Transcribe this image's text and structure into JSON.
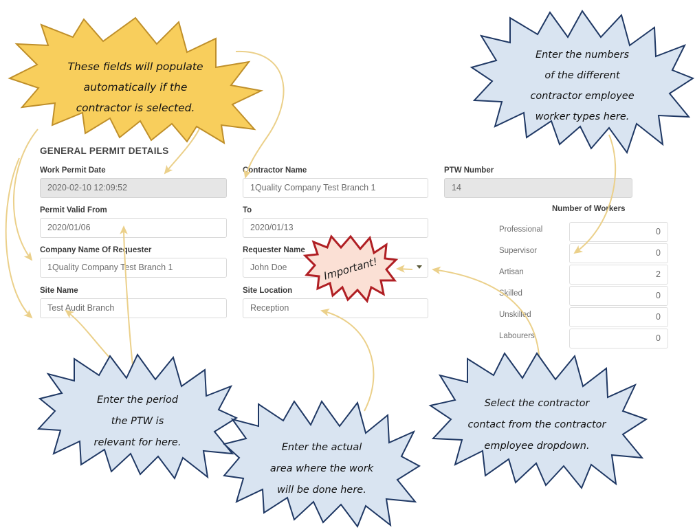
{
  "form": {
    "section_title": "GENERAL PERMIT DETAILS",
    "fields": [
      {
        "key": "work_permit_date",
        "label": "Work Permit Date",
        "value": "2020-02-10 12:09:52",
        "readonly": true
      },
      {
        "key": "contractor_name",
        "label": "Contractor Name",
        "value": "1Quality Company Test Branch 1",
        "readonly": false
      },
      {
        "key": "ptw_number",
        "label": "PTW Number",
        "value": "14",
        "readonly": true
      },
      {
        "key": "permit_valid_from",
        "label": "Permit Valid From",
        "value": "2020/01/06",
        "readonly": false
      },
      {
        "key": "to",
        "label": "To",
        "value": "2020/01/13",
        "readonly": false
      },
      {
        "key": "company_name_of_requester",
        "label": "Company Name Of Requester",
        "value": "1Quality Company Test Branch 1",
        "readonly": false
      },
      {
        "key": "requester_name",
        "label": "Requester Name",
        "value": "John Doe",
        "readonly": false
      },
      {
        "key": "site_name",
        "label": "Site Name",
        "value": "Test Audit Branch",
        "readonly": false
      },
      {
        "key": "site_location",
        "label": "Site Location",
        "value": "Reception",
        "readonly": false
      }
    ],
    "workers": {
      "title": "Number of Workers",
      "rows": [
        {
          "label": "Professional",
          "value": "0"
        },
        {
          "label": "Supervisor",
          "value": "0"
        },
        {
          "label": "Artisan",
          "value": "2"
        },
        {
          "label": "Skilled",
          "value": "0"
        },
        {
          "label": "Unskilled",
          "value": "0"
        },
        {
          "label": "Labourers",
          "value": "0"
        }
      ]
    }
  },
  "callouts": {
    "autofill": {
      "lines": [
        "These fields will populate",
        "automatically if the",
        "contractor is selected."
      ]
    },
    "workers": {
      "lines": [
        "Enter the numbers",
        "of the different",
        "contractor employee",
        "worker types here."
      ]
    },
    "period": {
      "lines": [
        "Enter the period",
        "the PTW is",
        "relevant for here."
      ]
    },
    "area": {
      "lines": [
        "Enter the actual",
        "area where the work",
        "will be done here."
      ]
    },
    "contact": {
      "lines": [
        "Select the contractor",
        "contact from the contractor",
        "employee dropdown."
      ]
    },
    "important": {
      "label": "Important!"
    }
  },
  "colors": {
    "yellow_fill": "#F8CE5C",
    "yellow_stroke": "#BF8F2A",
    "blue_fill": "#D9E4F1",
    "blue_stroke": "#1F3864",
    "red_fill": "#FBE0D5",
    "red_stroke": "#B01F24",
    "arrow": "#EBD08A",
    "field_border": "#DCDCDC",
    "readonly_bg": "#E6E6E6"
  }
}
